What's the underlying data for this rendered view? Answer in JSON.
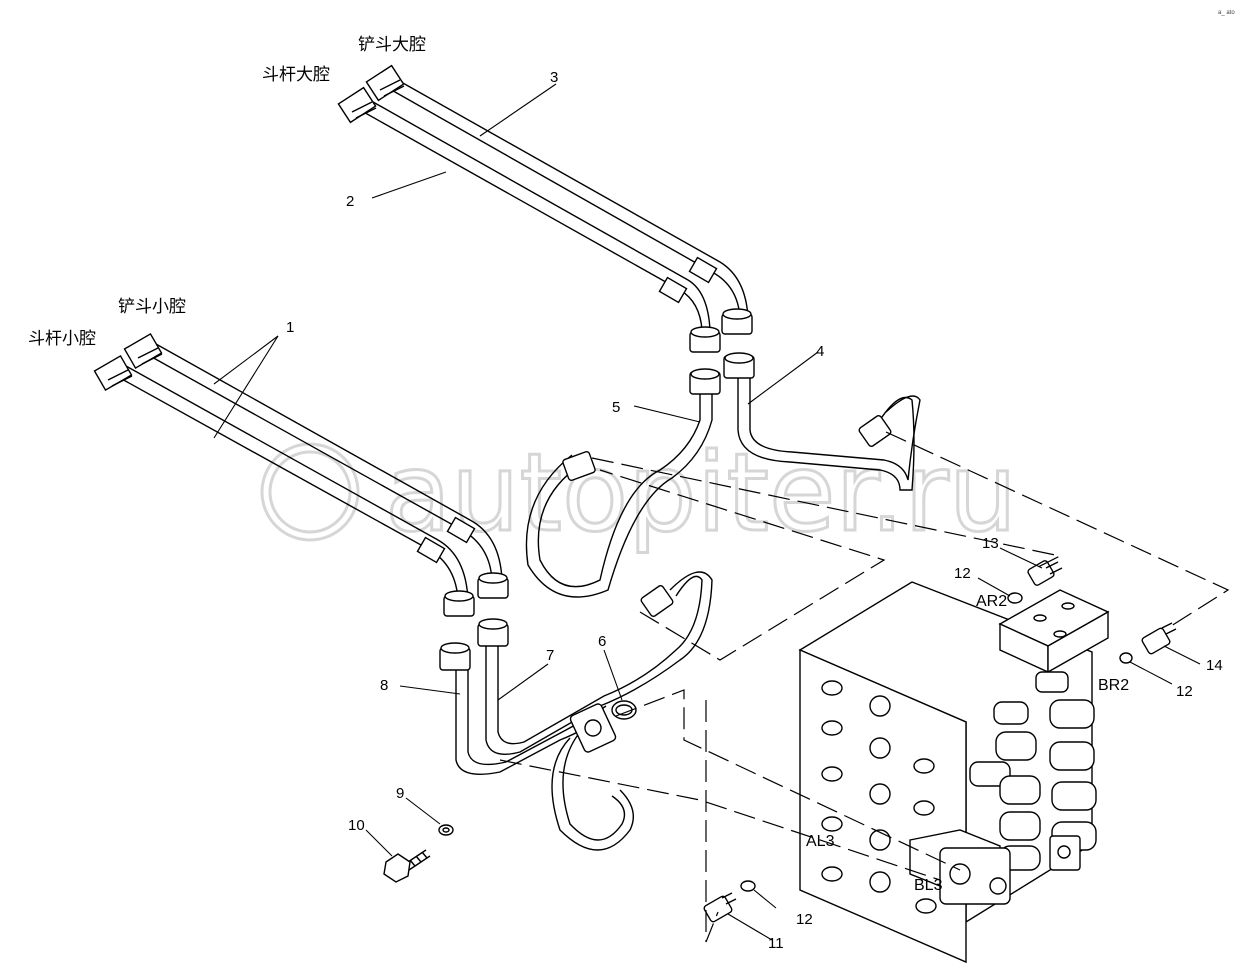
{
  "watermark": "autopiter.ru",
  "corner_mark": "a_ ato",
  "callouts": [
    {
      "id": "c1",
      "text": "1"
    },
    {
      "id": "c2",
      "text": "2"
    },
    {
      "id": "c3",
      "text": "3"
    },
    {
      "id": "c4",
      "text": "4"
    },
    {
      "id": "c5",
      "text": "5"
    },
    {
      "id": "c6",
      "text": "6"
    },
    {
      "id": "c7",
      "text": "7"
    },
    {
      "id": "c8",
      "text": "8"
    },
    {
      "id": "c9",
      "text": "9"
    },
    {
      "id": "c10",
      "text": "10"
    },
    {
      "id": "c11",
      "text": "11"
    },
    {
      "id": "c12a",
      "text": "12"
    },
    {
      "id": "c12b",
      "text": "12"
    },
    {
      "id": "c12c",
      "text": "12"
    },
    {
      "id": "c13",
      "text": "13"
    },
    {
      "id": "c14",
      "text": "14"
    }
  ],
  "chinese_labels": {
    "bucket_big_chamber": "铲斗大腔",
    "arm_big_chamber": "斗杆大腔",
    "bucket_small_chamber": "铲斗小腔",
    "arm_small_chamber": "斗杆小腔"
  },
  "ports": {
    "ar2": "AR2",
    "br2": "BR2",
    "al3": "AL3",
    "bl3": "BL3"
  }
}
